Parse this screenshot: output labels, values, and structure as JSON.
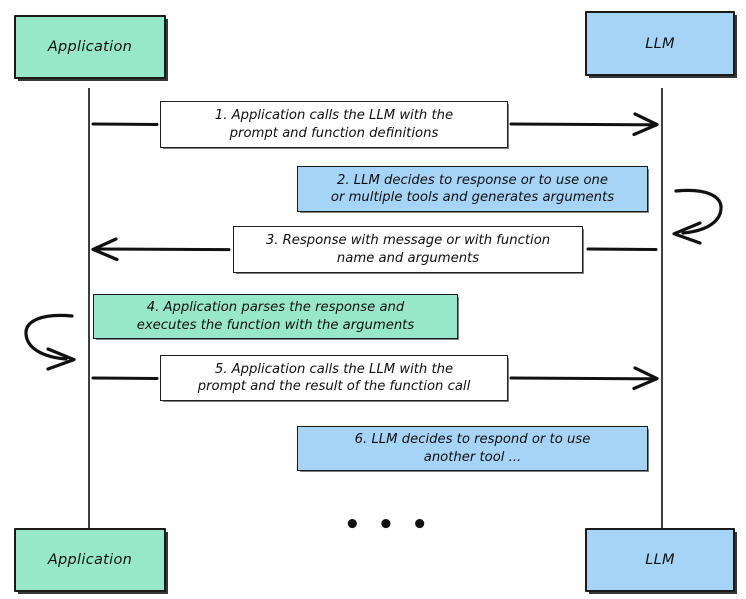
{
  "diagram": {
    "title": "LLM function calling sequence",
    "type": "sequence-diagram",
    "colors": {
      "application_fill": "#97E8CB",
      "llm_fill": "#A6D4F7",
      "note_fill": "#FFFFFF",
      "stroke": "#1A1A1A"
    },
    "actors": {
      "application_top": "Application",
      "llm_top": "LLM",
      "application_bottom": "Application",
      "llm_bottom": "LLM"
    },
    "ellipsis": "• • •",
    "messages": [
      {
        "id": 1,
        "label": "1. Application calls the LLM with the prompt and function definitions",
        "line1": "1. Application calls the LLM with the",
        "line2": "prompt and function definitions",
        "direction": "application-to-llm",
        "style": "note-white"
      },
      {
        "id": 2,
        "label": "2. LLM decides to response or to use one or multiple tools and generates arguments",
        "line1": "2. LLM decides to response or to use one",
        "line2": "or multiple tools and generates arguments",
        "direction": "llm-self-loop",
        "style": "note-blue"
      },
      {
        "id": 3,
        "label": "3. Response with message or with function name and arguments",
        "line1": "3. Response with message or with function",
        "line2": "name and arguments",
        "direction": "llm-to-application",
        "style": "note-white"
      },
      {
        "id": 4,
        "label": "4. Application parses the response and executes the function with the arguments",
        "line1": "4. Application parses the response and",
        "line2": "executes the function with the arguments",
        "direction": "application-self-loop",
        "style": "note-green"
      },
      {
        "id": 5,
        "label": "5. Application calls the LLM with the prompt and the result of the function call",
        "line1": "5. Application calls the LLM with the",
        "line2": "prompt and the result of the function call",
        "direction": "application-to-llm",
        "style": "note-white"
      },
      {
        "id": 6,
        "label": "6. LLM decides to respond or to use another tool ...",
        "line1": "6. LLM decides to respond or to use",
        "line2": "another tool ...",
        "direction": "llm-note",
        "style": "note-blue"
      }
    ]
  }
}
